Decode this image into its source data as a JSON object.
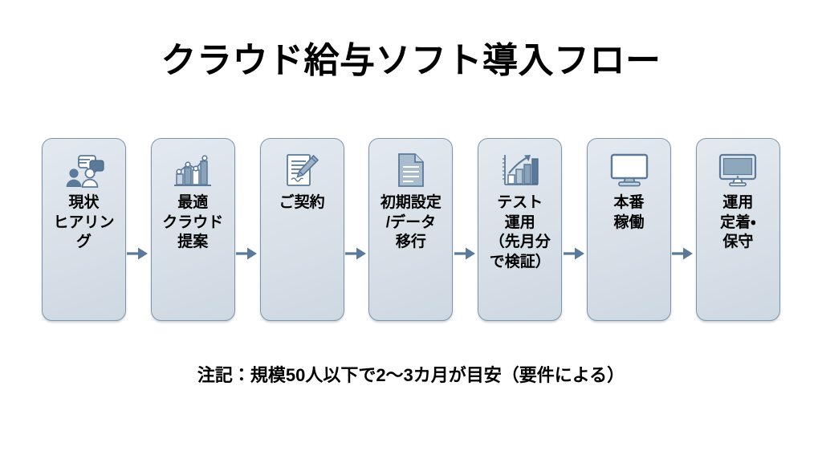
{
  "slide": {
    "title": "クラウド給与ソフト導入フロー",
    "footnote": "注記：規模50人以下で2〜3カ月が目安（要件による）",
    "background_color": "#ffffff",
    "box_fill_color": "#dce3ea",
    "box_border_color": "#7d96ad",
    "icon_color": "#5b7a99",
    "arrow_color": "#5b7a99",
    "text_color": "#000000"
  },
  "steps": [
    {
      "index": 1,
      "label": "現状\nヒアリン\nグ",
      "icon": "two-people-talking-icon"
    },
    {
      "index": 2,
      "label": "最適\nクラウド\n提案",
      "icon": "bar-chart-line-icon"
    },
    {
      "index": 3,
      "label": "ご契約",
      "icon": "contract-signing-icon"
    },
    {
      "index": 4,
      "label": "初期設定\n/データ\n移行",
      "icon": "document-file-icon"
    },
    {
      "index": 5,
      "label": "テスト\n運用\n（先月分\nで検証）",
      "icon": "growth-chart-arrow-icon"
    },
    {
      "index": 6,
      "label": "本番\n稼働",
      "icon": "monitor-icon"
    },
    {
      "index": 7,
      "label": "運用\n定着・\n保守",
      "icon": "monitor-filled-icon"
    }
  ],
  "arrows": [
    {
      "index": 1,
      "name": "arrow-1-to-2"
    },
    {
      "index": 2,
      "name": "arrow-2-to-3"
    },
    {
      "index": 3,
      "name": "arrow-3-to-4"
    },
    {
      "index": 4,
      "name": "arrow-4-to-5"
    },
    {
      "index": 5,
      "name": "arrow-5-to-6"
    },
    {
      "index": 6,
      "name": "arrow-6-to-7"
    }
  ]
}
